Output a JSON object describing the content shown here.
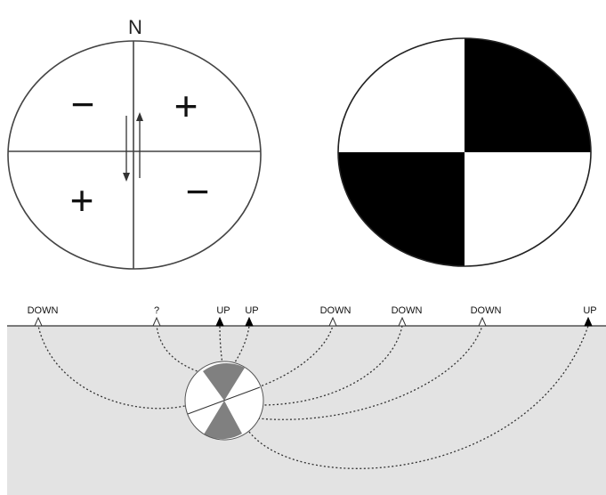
{
  "top_left": {
    "north": "N",
    "quadrant_signs": {
      "upper_left": "−",
      "upper_right": "+",
      "lower_left": "+",
      "lower_right": "−"
    }
  },
  "profile": {
    "stations": [
      {
        "label": "DOWN",
        "marker": "hollow"
      },
      {
        "label": "?",
        "marker": "hollow"
      },
      {
        "label": "UP",
        "marker": "filled"
      },
      {
        "label": "UP",
        "marker": "filled"
      },
      {
        "label": "DOWN",
        "marker": "hollow"
      },
      {
        "label": "DOWN",
        "marker": "hollow"
      },
      {
        "label": "DOWN",
        "marker": "hollow"
      },
      {
        "label": "UP",
        "marker": "filled"
      }
    ]
  },
  "colors": {
    "ground": "#e3e3e3",
    "beachball_dark": "#000000",
    "small_beachball_dark": "#808080",
    "line": "#333333"
  }
}
